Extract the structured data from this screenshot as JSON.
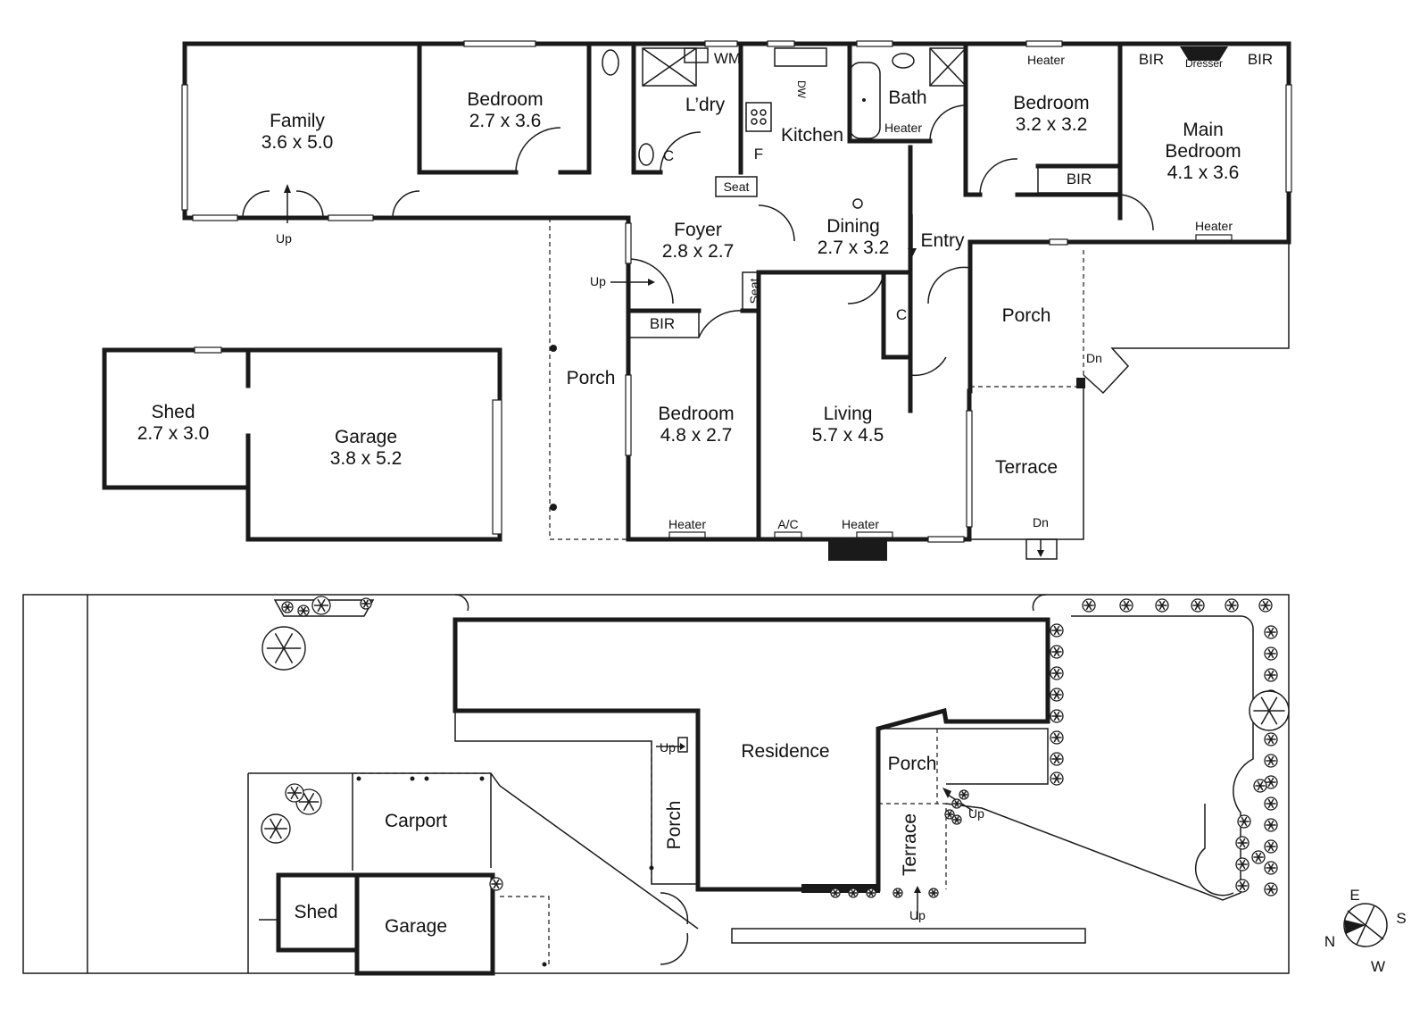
{
  "floor_plan": {
    "rooms": {
      "family": {
        "name": "Family",
        "dims": "3.6 x 5.0"
      },
      "bedroom1": {
        "name": "Bedroom",
        "dims": "2.7 x 3.6"
      },
      "laundry": {
        "name": "L’dry"
      },
      "kitchen": {
        "name": "Kitchen"
      },
      "bath": {
        "name": "Bath"
      },
      "bedroom2": {
        "name": "Bedroom",
        "dims": "3.2 x 3.2"
      },
      "main_bedroom": {
        "name_line1": "Main",
        "name_line2": "Bedroom",
        "dims": "4.1 x 3.6"
      },
      "foyer": {
        "name": "Foyer",
        "dims": "2.8 x 2.7"
      },
      "dining": {
        "name": "Dining",
        "dims": "2.7 x 3.2"
      },
      "entry": {
        "name": "Entry"
      },
      "porch_side": {
        "name": "Porch"
      },
      "porch_front": {
        "name": "Porch"
      },
      "bedroom3": {
        "name": "Bedroom",
        "dims": "4.8 x 2.7"
      },
      "living": {
        "name": "Living",
        "dims": "5.7 x 4.5"
      },
      "terrace": {
        "name": "Terrace"
      },
      "shed": {
        "name": "Shed",
        "dims": "2.7 x 3.0"
      },
      "garage": {
        "name": "Garage",
        "dims": "3.8 x 5.2"
      }
    },
    "fixtures": {
      "wm": "WM",
      "dw": "DW",
      "f": "F",
      "c": "C",
      "seat": "Seat",
      "bir": "BIR",
      "dresser": "Dresser",
      "heater": "Heater",
      "ac": "A/C",
      "up": "Up",
      "dn": "Dn"
    }
  },
  "site_plan": {
    "residence": "Residence",
    "porch": "Porch",
    "porch_side": "Porch",
    "terrace": "Terrace",
    "carport": "Carport",
    "shed": "Shed",
    "garage": "Garage",
    "up": "Up"
  },
  "compass": {
    "n": "N",
    "e": "E",
    "s": "S",
    "w": "W"
  },
  "colors": {
    "line": "#1a1a1a",
    "background": "#ffffff"
  }
}
